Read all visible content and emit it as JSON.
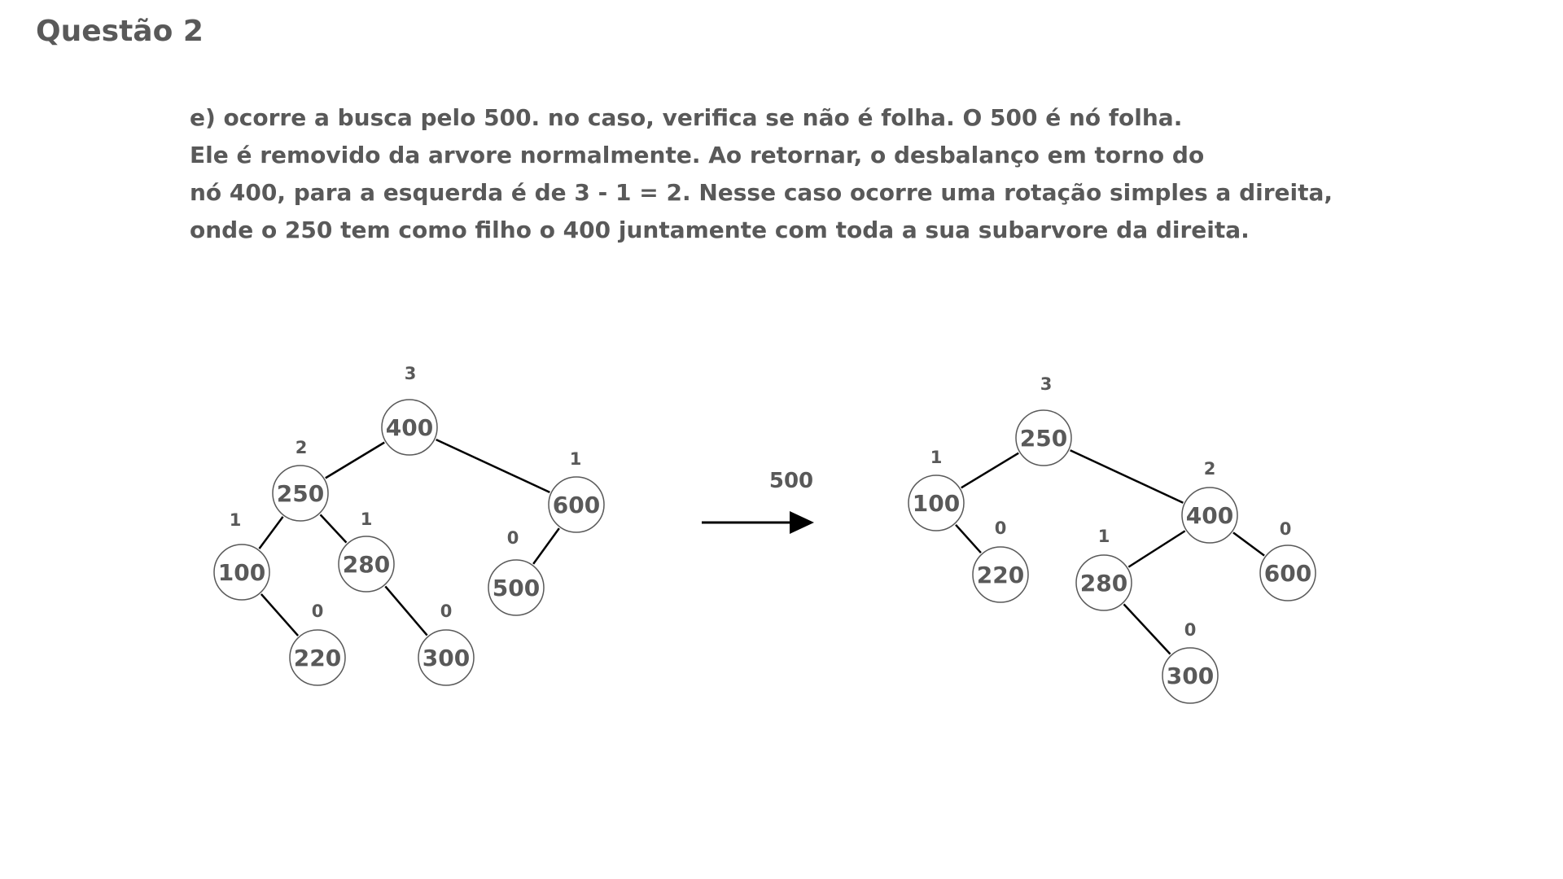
{
  "slide": {
    "title": "Questão 2",
    "explanation_lines": [
      "e) ocorre a busca pelo 500. no caso, verifica se não é folha. O 500 é nó folha.",
      "Ele é removido da arvore normalmente. Ao retornar, o desbalanço em torno do",
      "nó 400, para a esquerda é de 3 - 1 = 2. Nesse caso ocorre uma rotação simples a direita,",
      "onde o 250 tem como filho o 400 juntamente com toda a sua subarvore da direita."
    ]
  },
  "arrow": {
    "label": "500"
  },
  "tree_before": {
    "nodes": [
      {
        "id": "n400",
        "value": "400",
        "height": "3"
      },
      {
        "id": "n250",
        "value": "250",
        "height": "2"
      },
      {
        "id": "n600",
        "value": "600",
        "height": "1"
      },
      {
        "id": "n100",
        "value": "100",
        "height": "1"
      },
      {
        "id": "n280",
        "value": "280",
        "height": "1"
      },
      {
        "id": "n500",
        "value": "500",
        "height": "0"
      },
      {
        "id": "n220",
        "value": "220",
        "height": "0"
      },
      {
        "id": "n300",
        "value": "300",
        "height": "0"
      }
    ],
    "edges": [
      [
        "n400",
        "n250"
      ],
      [
        "n400",
        "n600"
      ],
      [
        "n250",
        "n100"
      ],
      [
        "n250",
        "n280"
      ],
      [
        "n600",
        "n500"
      ],
      [
        "n100",
        "n220"
      ],
      [
        "n280",
        "n300"
      ]
    ]
  },
  "tree_after": {
    "nodes": [
      {
        "id": "m250",
        "value": "250",
        "height": "3"
      },
      {
        "id": "m100",
        "value": "100",
        "height": "1"
      },
      {
        "id": "m400",
        "value": "400",
        "height": "2"
      },
      {
        "id": "m220",
        "value": "220",
        "height": "0"
      },
      {
        "id": "m280",
        "value": "280",
        "height": "1"
      },
      {
        "id": "m600",
        "value": "600",
        "height": "0"
      },
      {
        "id": "m300",
        "value": "300",
        "height": "0"
      }
    ],
    "edges": [
      [
        "m250",
        "m100"
      ],
      [
        "m250",
        "m400"
      ],
      [
        "m100",
        "m220"
      ],
      [
        "m400",
        "m280"
      ],
      [
        "m400",
        "m600"
      ],
      [
        "m280",
        "m300"
      ]
    ]
  }
}
